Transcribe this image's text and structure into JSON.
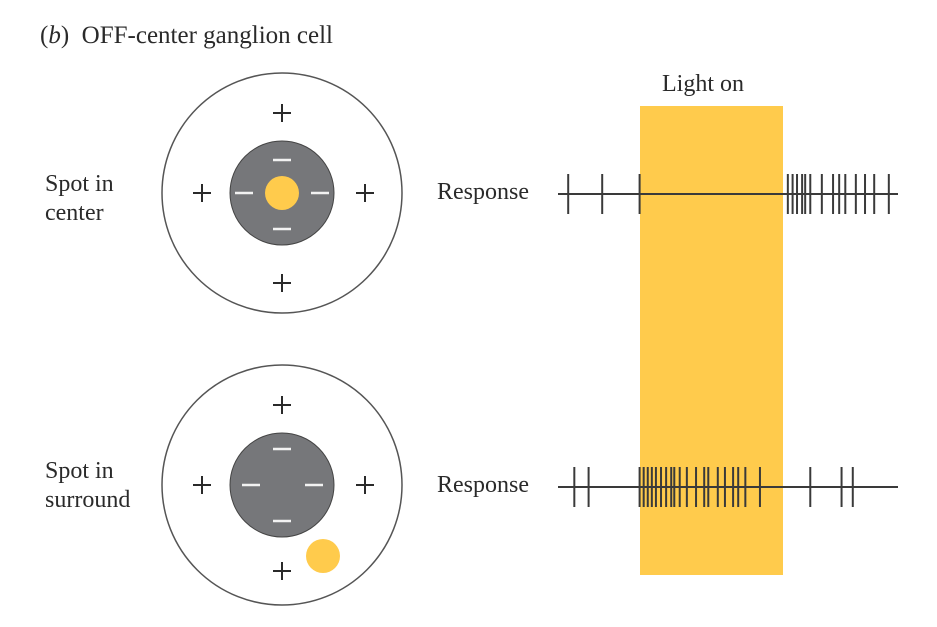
{
  "figure": {
    "panel_letter": "b",
    "title": "OFF-center ganglion cell",
    "light_label": "Light on",
    "colors": {
      "light": "#FFCB4C",
      "center_field": "#76777A",
      "outline": "#4a4a4a",
      "spike": "#3a3a3a"
    }
  },
  "rows": [
    {
      "label_line1": "Spot in",
      "label_line2": "center",
      "response_label": "Response",
      "surround_signs": [
        "+",
        "+",
        "+",
        "+"
      ],
      "center_signs": [
        "−",
        "−",
        "−",
        "−"
      ],
      "spot_location": "center"
    },
    {
      "label_line1": "Spot in",
      "label_line2": "surround",
      "response_label": "Response",
      "surround_signs": [
        "+",
        "+",
        "+",
        "+"
      ],
      "center_signs": [
        "−",
        "−",
        "−",
        "−"
      ],
      "spot_location": "surround"
    }
  ],
  "chart_data": {
    "type": "spike-raster",
    "title": "OFF-center ganglion cell",
    "stimulus_label": "Light on",
    "time_units": "relative (0 = trace start, 1 = trace end)",
    "light_on_interval": [
      0.24,
      0.67
    ],
    "series": [
      {
        "name": "Spot in center",
        "spike_times": [
          0.03,
          0.13,
          0.24,
          0.676,
          0.69,
          0.703,
          0.718,
          0.727,
          0.742,
          0.776,
          0.809,
          0.827,
          0.845,
          0.876,
          0.903,
          0.93,
          0.973
        ]
      },
      {
        "name": "Spot in surround",
        "spike_times": [
          0.048,
          0.09,
          0.24,
          0.252,
          0.264,
          0.276,
          0.288,
          0.303,
          0.318,
          0.333,
          0.342,
          0.358,
          0.379,
          0.406,
          0.43,
          0.442,
          0.47,
          0.491,
          0.515,
          0.53,
          0.551,
          0.594,
          0.742,
          0.834,
          0.867
        ]
      }
    ]
  }
}
